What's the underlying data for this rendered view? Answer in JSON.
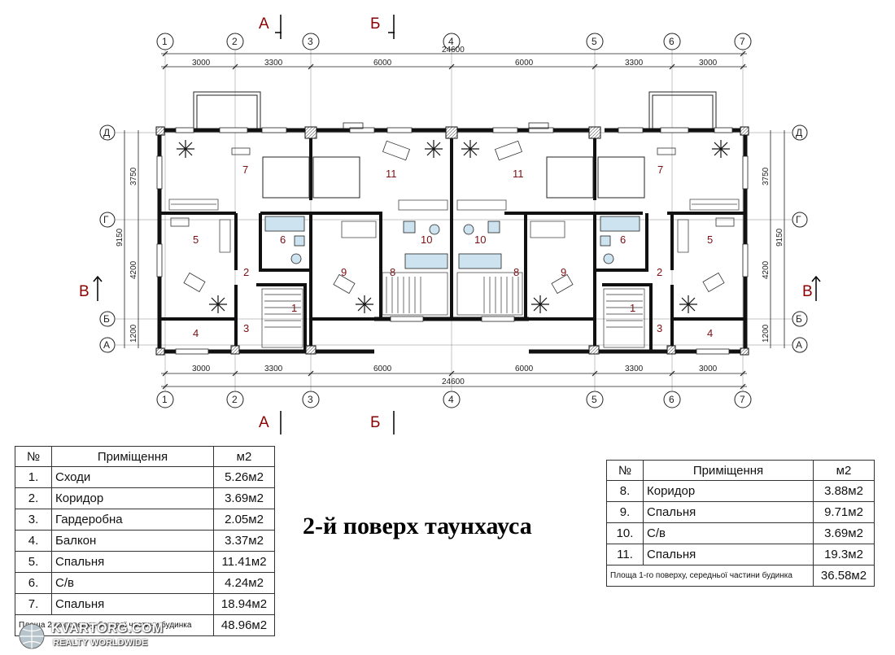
{
  "axes_columns": [
    "1",
    "2",
    "3",
    "4",
    "5",
    "6",
    "7"
  ],
  "axes_rows": [
    "Д",
    "Г",
    "Б",
    "А"
  ],
  "dims_horizontal": [
    "3000",
    "3300",
    "6000",
    "6000",
    "3300",
    "3000"
  ],
  "dim_total": "24600",
  "dims_vertical": [
    "3750",
    "4200",
    "1200"
  ],
  "dim_vertical_total": "9150",
  "section_marks": {
    "a": "А",
    "b": "Б",
    "v": "В"
  },
  "room_numbers_left": [
    "7",
    "11",
    "5",
    "6",
    "10",
    "8",
    "2",
    "9",
    "1",
    "3",
    "4"
  ],
  "room_numbers_right": [
    "11",
    "7",
    "10",
    "6",
    "5",
    "8",
    "9",
    "2",
    "1",
    "3",
    "4"
  ],
  "title": "2-й поверх таунхауса",
  "table_left": {
    "headers": [
      "№",
      "Приміщення",
      "м2"
    ],
    "rows": [
      {
        "num": "1.",
        "name": "Сходи",
        "area": "5.26м2"
      },
      {
        "num": "2.",
        "name": "Коридор",
        "area": "3.69м2"
      },
      {
        "num": "3.",
        "name": "Гардеробна",
        "area": "2.05м2"
      },
      {
        "num": "4.",
        "name": "Балкон",
        "area": "3.37м2"
      },
      {
        "num": "5.",
        "name": "Спальня",
        "area": "11.41м2"
      },
      {
        "num": "6.",
        "name": "С/в",
        "area": "4.24м2"
      },
      {
        "num": "7.",
        "name": "Спальня",
        "area": "18.94м2"
      }
    ],
    "footer_label": "Площа 2-го поверху, бокової частини будинка",
    "footer_value": "48.96м2"
  },
  "table_right": {
    "headers": [
      "№",
      "Приміщення",
      "м2"
    ],
    "rows": [
      {
        "num": "8.",
        "name": "Коридор",
        "area": "3.88м2"
      },
      {
        "num": "9.",
        "name": "Спальня",
        "area": "9.71м2"
      },
      {
        "num": "10.",
        "name": "С/в",
        "area": "3.69м2"
      },
      {
        "num": "11.",
        "name": "Спальня",
        "area": "19.3м2"
      }
    ],
    "footer_label": "Площа 1-го поверху, середньої частини будинка",
    "footer_value": "36.58м2"
  },
  "watermark": {
    "line1": "KVARTORG.COM",
    "line2": "REALTY WORLDWIDE"
  },
  "colors": {
    "wall": "#111111",
    "room_number": "#7a0f14",
    "section_mark": "#8b0000",
    "bath": "#cde3f0"
  }
}
